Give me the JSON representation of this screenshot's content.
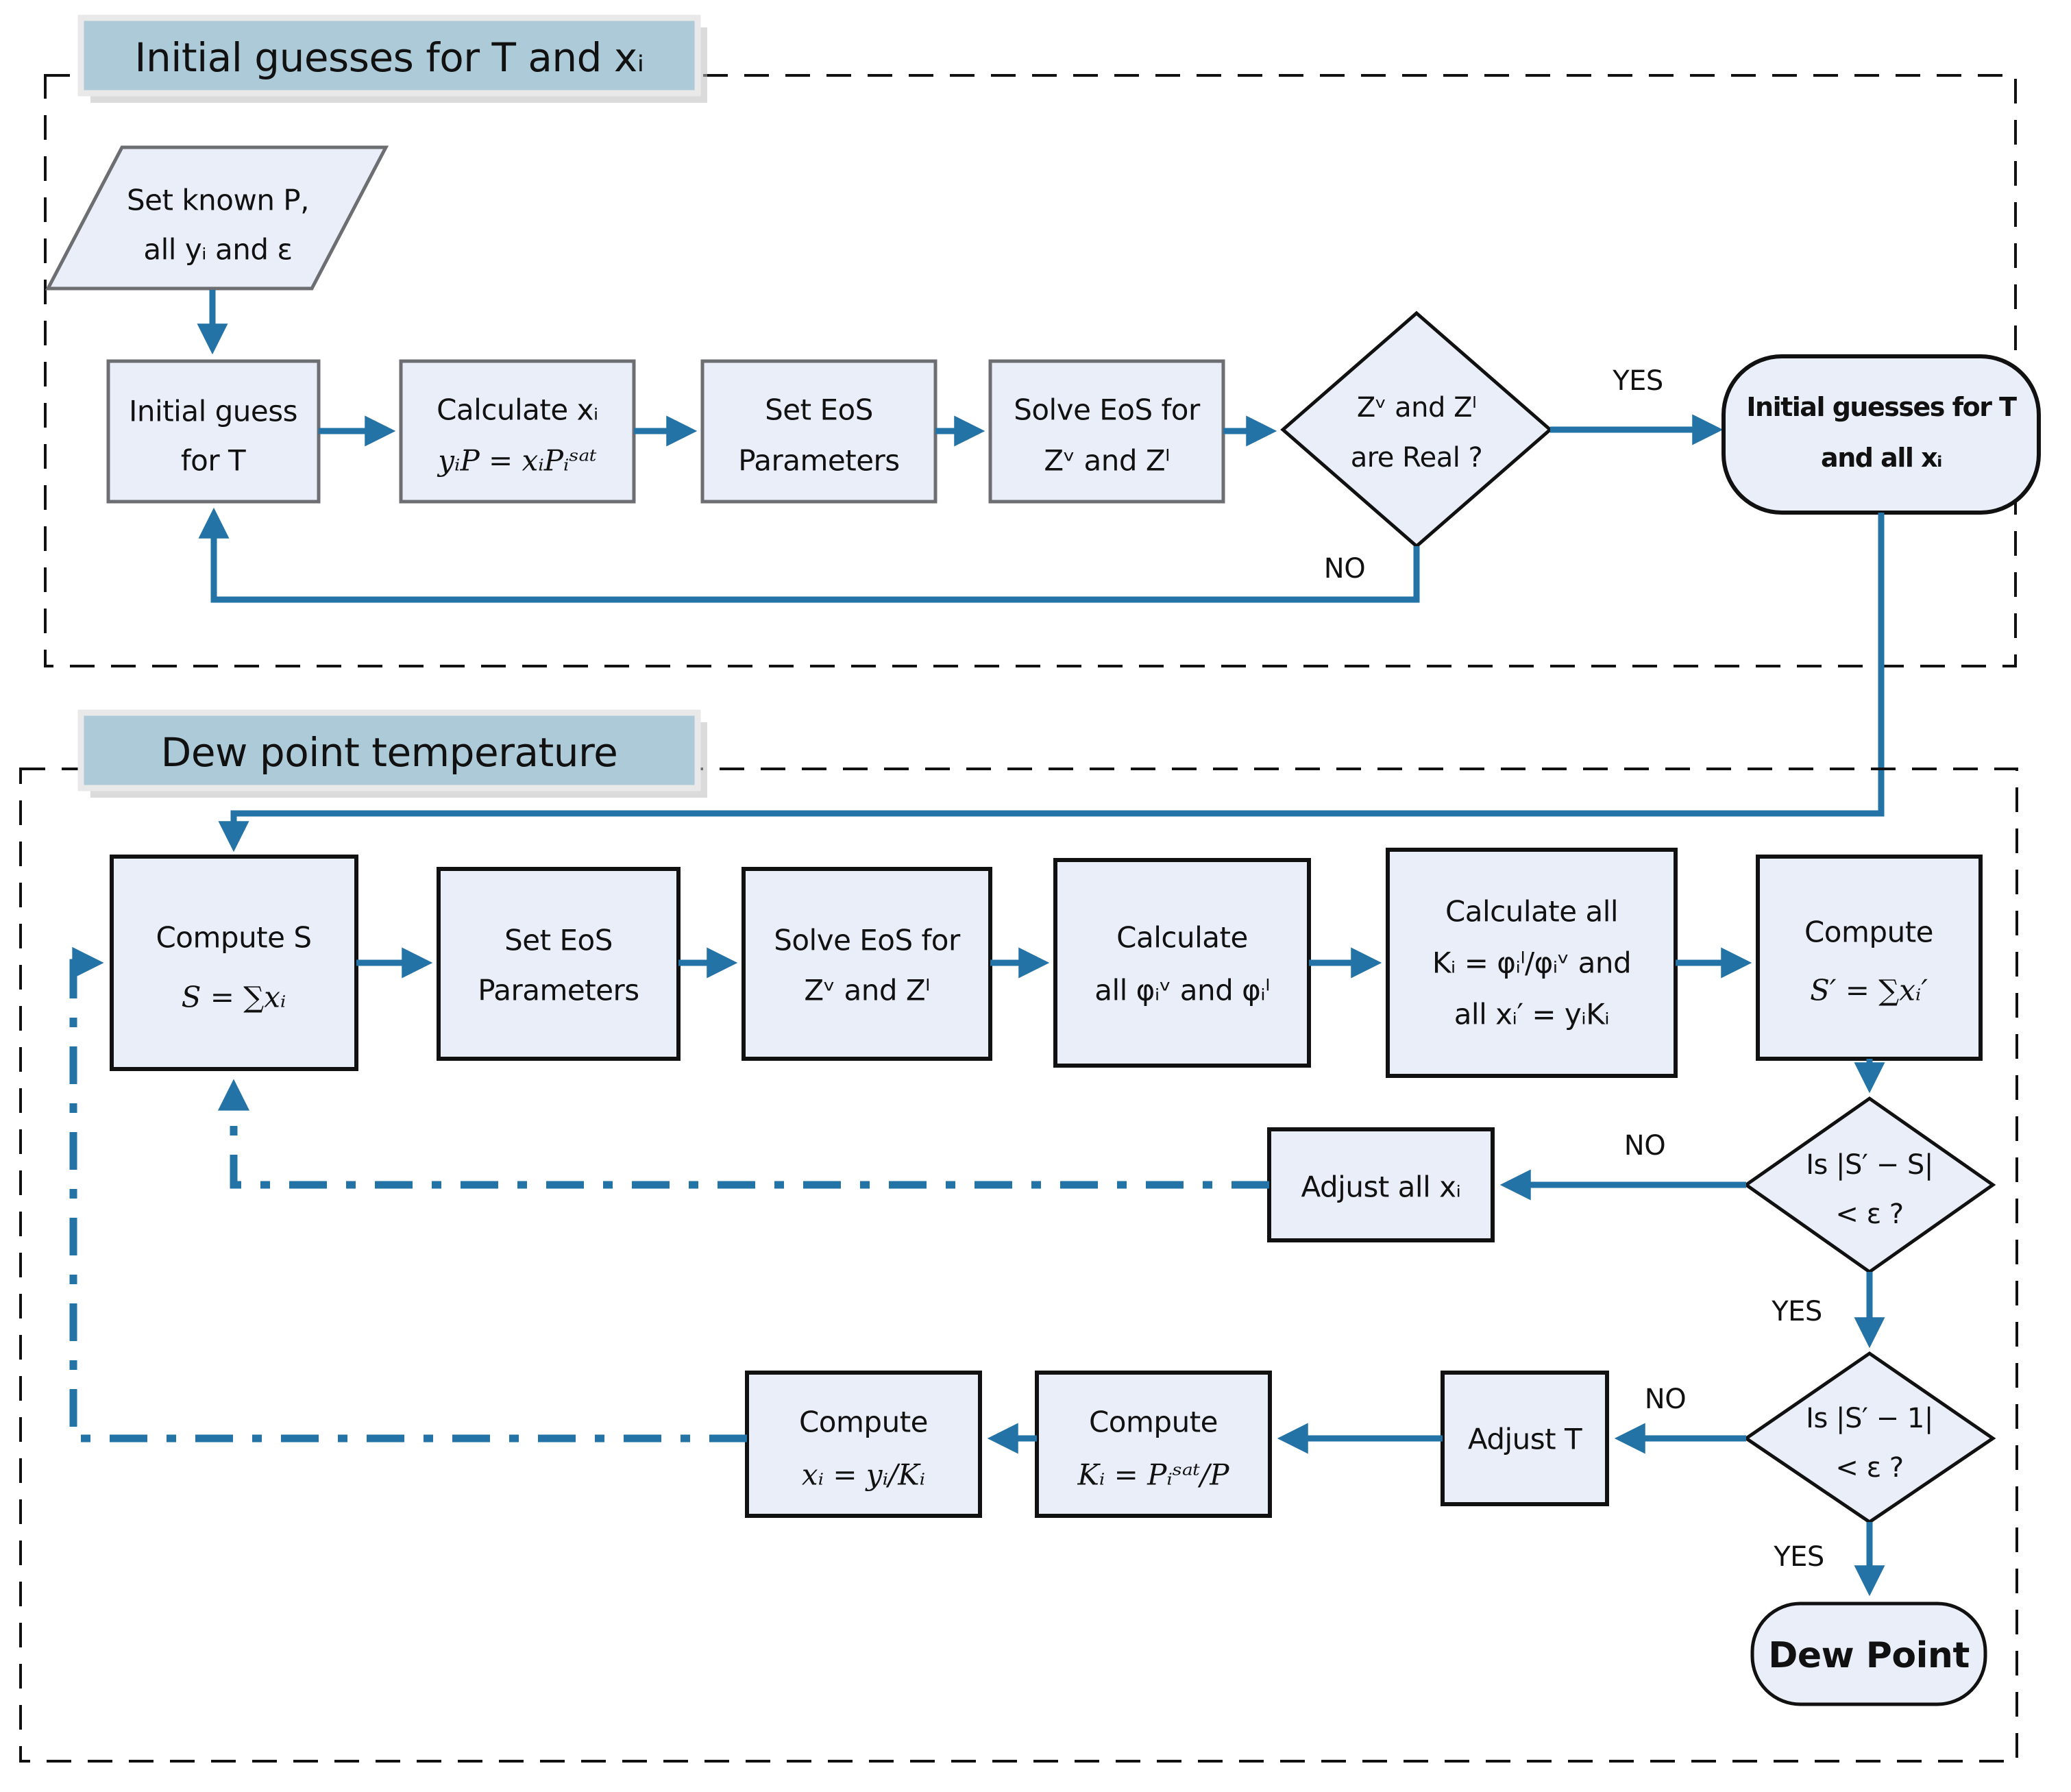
{
  "colors": {
    "arrow_blue": "#2473a6",
    "node_fill": "#e9eef9",
    "banner_fill": "#adcad8",
    "gray_border": "#6d6e71",
    "black_border": "#111111"
  },
  "section1": {
    "title": "Initial guesses for T and xᵢ",
    "input_box": {
      "line1": "Set known P,",
      "line2": "all yᵢ and ε"
    },
    "initial_guess_box": {
      "line1": "Initial guess",
      "line2": "for T"
    },
    "calculate_xi_box": {
      "line1": "Calculate xᵢ",
      "line2": "yᵢP = xᵢPᵢˢᵃᵗ"
    },
    "set_eos_box": {
      "line1": "Set EoS",
      "line2": "Parameters"
    },
    "solve_eos_box": {
      "line1": "Solve EoS for",
      "line2": "Zᵛ and Zˡ"
    },
    "real_decision": {
      "line1": "Zᵛ and Zˡ",
      "line2": "are Real ?"
    },
    "yes_label": "YES",
    "no_label": "NO",
    "result_box": {
      "line1": "Initial guesses for T",
      "line2": "and all xᵢ"
    }
  },
  "section2": {
    "title": "Dew point temperature",
    "compute_s_box": {
      "line1": "Compute S",
      "line2": "S = ∑xᵢ"
    },
    "set_eos_box": {
      "line1": "Set EoS",
      "line2": "Parameters"
    },
    "solve_eos_box": {
      "line1": "Solve EoS for",
      "line2": "Zᵛ and Zˡ"
    },
    "calc_phi_box": {
      "line1": "Calculate",
      "line2": "all φᵢᵛ and φᵢˡ"
    },
    "calc_ki_box": {
      "line1": "Calculate all",
      "line2": "Kᵢ = φᵢˡ/φᵢᵛ and",
      "line3": "all xᵢ′ = yᵢKᵢ"
    },
    "compute_sprime_box": {
      "line1": "Compute",
      "line2": "S′ = ∑xᵢ′"
    },
    "s_decision": {
      "line1": "Is |S′ − S|",
      "line2": "< ε ?"
    },
    "adjust_xi_box": "Adjust all xᵢ",
    "one_decision": {
      "line1": "Is |S′ − 1|",
      "line2": "< ε ?"
    },
    "adjust_t_box": "Adjust T",
    "compute_ki_box": {
      "line1": "Compute",
      "line2": "Kᵢ = Pᵢˢᵃᵗ/P"
    },
    "compute_xi_box": {
      "line1": "Compute",
      "line2": "xᵢ = yᵢ/Kᵢ"
    },
    "no1_label": "NO",
    "yes1_label": "YES",
    "no2_label": "NO",
    "yes2_label": "YES",
    "dew_point": "Dew Point"
  }
}
